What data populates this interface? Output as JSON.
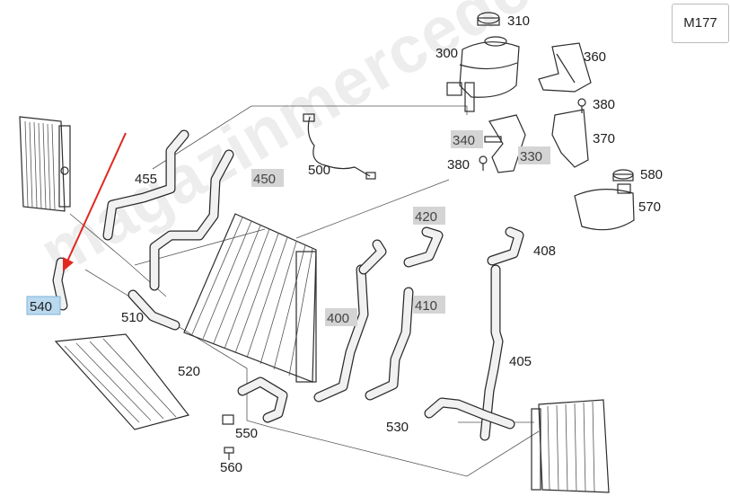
{
  "diagram": {
    "model_code": "M177",
    "watermark": "magazinmercedes.ru",
    "highlighted_part": "540",
    "labels": {
      "p310": "310",
      "p300": "300",
      "p360": "360",
      "p380a": "380",
      "p340": "340",
      "p330": "330",
      "p370": "370",
      "p380b": "380",
      "p500": "500",
      "p455": "455",
      "p450": "450",
      "p580": "580",
      "p570": "570",
      "p420": "420",
      "p408": "408",
      "p410": "410",
      "p400": "400",
      "p405": "405",
      "p540": "540",
      "p510": "510",
      "p520": "520",
      "p530": "530",
      "p550": "550",
      "p560": "560"
    },
    "colors": {
      "gray_tag": "#d4d4d4",
      "highlight_tag": "#b9d9ef",
      "arrow": "#e0281e"
    }
  }
}
